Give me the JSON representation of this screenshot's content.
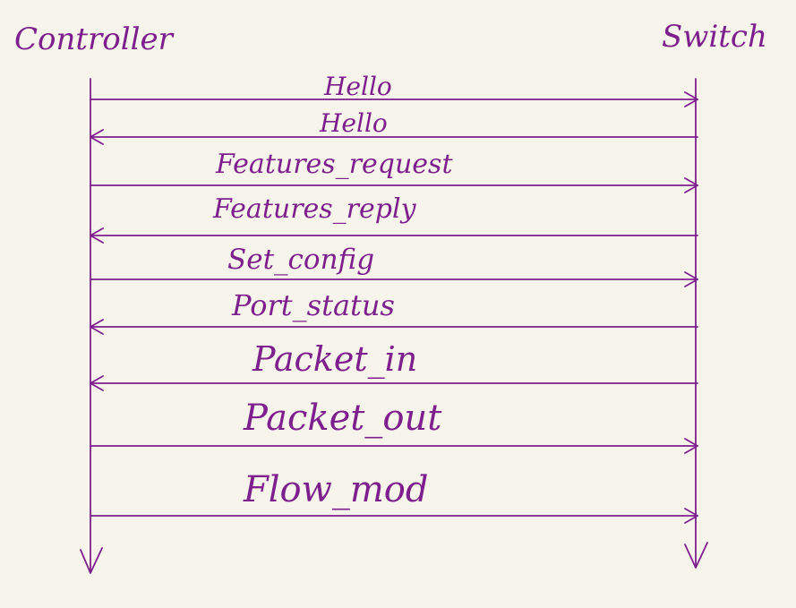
{
  "participants": {
    "left": "Controller",
    "right": "Switch"
  },
  "messages": [
    {
      "label": "Hello",
      "direction": "to-switch"
    },
    {
      "label": "Hello",
      "direction": "to-controller"
    },
    {
      "label": "Features_request",
      "direction": "to-switch"
    },
    {
      "label": "Features_reply",
      "direction": "to-controller"
    },
    {
      "label": "Set_config",
      "direction": "to-switch"
    },
    {
      "label": "Port_status",
      "direction": "to-controller"
    },
    {
      "label": "Packet_in",
      "direction": "to-controller"
    },
    {
      "label": "Packet_out",
      "direction": "to-switch"
    },
    {
      "label": "Flow_mod",
      "direction": "to-switch"
    }
  ],
  "colors": {
    "ink": "#7d1f8c",
    "paper": "#f7f4eb"
  }
}
